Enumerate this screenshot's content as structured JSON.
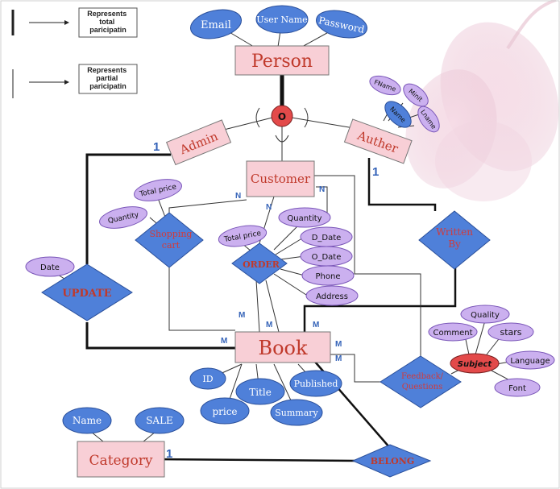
{
  "legend": {
    "total": "Represents total paricipatin",
    "partial": "Represents partial paricipatin"
  },
  "colors": {
    "entity_fill": "#f8cfd6",
    "entity_stroke": "#777777",
    "entity_text": "#c0392b",
    "blue_fill": "#4f80d9",
    "blue_stroke": "#2a4f9a",
    "purple_fill": "#cbb0ef",
    "purple_stroke": "#7a56b8",
    "key_fill": "#e34a4a",
    "cardinality": "#3563b8"
  },
  "entities": {
    "person": "Person",
    "admin": "Admin",
    "auther": "Auther",
    "customer": "Customer",
    "book": "Book",
    "category": "Category"
  },
  "relationships": {
    "update": "UPDATE",
    "shopping_cart": "Shopping cart",
    "order": "ORDER",
    "written_by": "Written By",
    "feedback": "Feedback/ Questions",
    "belong": "BELONG"
  },
  "isa": "O",
  "attributes": {
    "person": [
      "Email",
      "User Name",
      "Password"
    ],
    "auther": [
      "FName",
      "Minit",
      "Name",
      "Lname"
    ],
    "shopping_cart": [
      "Total price",
      "Quantity"
    ],
    "order": [
      "Quantity",
      "D_Date",
      "Total price",
      "O_Date",
      "Phone",
      "Address"
    ],
    "update": [
      "Date"
    ],
    "book": [
      "ID",
      "Title",
      "Published",
      "price",
      "Summary"
    ],
    "category": [
      "Name",
      "SALE"
    ],
    "feedback": [
      "Quality",
      "Comment",
      "stars",
      "Subject",
      "Language",
      "Font"
    ]
  },
  "cardinality": {
    "admin_update": "1",
    "auther_written": "1",
    "category_belong": "1",
    "customer_cart": "N",
    "customer_order": "N",
    "customer_feedback": "N",
    "book_order_1": "M",
    "book_order_2": "M",
    "book_update": "M",
    "book_written": "M",
    "book_feedback": "M",
    "book_cart": "M"
  }
}
